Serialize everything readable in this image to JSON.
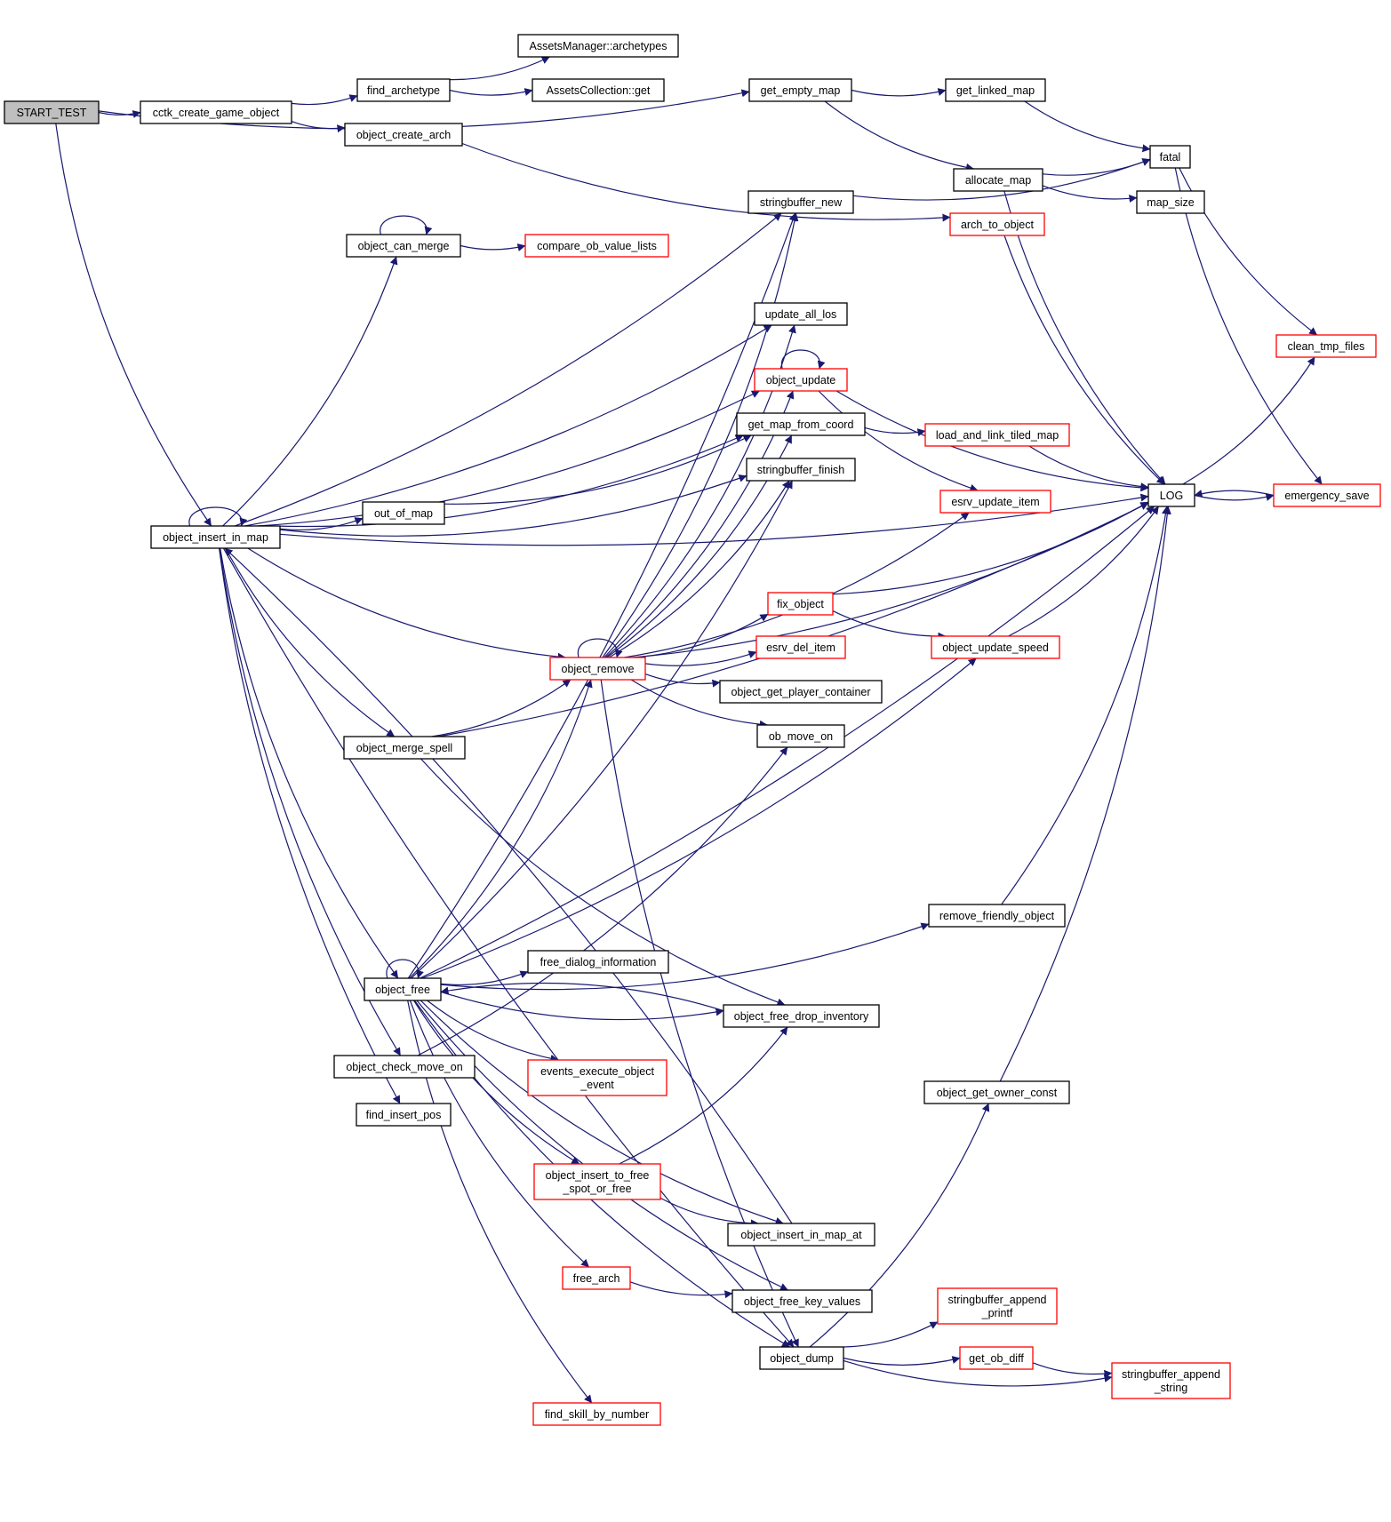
{
  "colors": {
    "edge": "#191970",
    "root_fill": "#bfbfbf",
    "node_border": "#000000",
    "red_border": "#ff0000",
    "node_fill": "#ffffff"
  },
  "nodes": [
    {
      "id": "start_test",
      "lines": [
        "START_TEST"
      ],
      "style": "root"
    },
    {
      "id": "cctk_create_game_object",
      "lines": [
        "cctk_create_game_object"
      ],
      "style": "normal"
    },
    {
      "id": "find_archetype",
      "lines": [
        "find_archetype"
      ],
      "style": "normal"
    },
    {
      "id": "assets_manager_archetypes",
      "lines": [
        "AssetsManager::archetypes"
      ],
      "style": "normal"
    },
    {
      "id": "assets_collection_get",
      "lines": [
        "AssetsCollection::get"
      ],
      "style": "normal"
    },
    {
      "id": "object_create_arch",
      "lines": [
        "object_create_arch"
      ],
      "style": "normal"
    },
    {
      "id": "get_empty_map",
      "lines": [
        "get_empty_map"
      ],
      "style": "normal"
    },
    {
      "id": "get_linked_map",
      "lines": [
        "get_linked_map"
      ],
      "style": "normal"
    },
    {
      "id": "fatal",
      "lines": [
        "fatal"
      ],
      "style": "normal"
    },
    {
      "id": "allocate_map",
      "lines": [
        "allocate_map"
      ],
      "style": "normal"
    },
    {
      "id": "map_size",
      "lines": [
        "map_size"
      ],
      "style": "normal"
    },
    {
      "id": "stringbuffer_new",
      "lines": [
        "stringbuffer_new"
      ],
      "style": "normal"
    },
    {
      "id": "arch_to_object",
      "lines": [
        "arch_to_object"
      ],
      "style": "red"
    },
    {
      "id": "object_can_merge",
      "lines": [
        "object_can_merge"
      ],
      "style": "normal"
    },
    {
      "id": "compare_ob_value_lists",
      "lines": [
        "compare_ob_value_lists"
      ],
      "style": "red"
    },
    {
      "id": "update_all_los",
      "lines": [
        "update_all_los"
      ],
      "style": "normal"
    },
    {
      "id": "clean_tmp_files",
      "lines": [
        "clean_tmp_files"
      ],
      "style": "red"
    },
    {
      "id": "object_update",
      "lines": [
        "object_update"
      ],
      "style": "red"
    },
    {
      "id": "get_map_from_coord",
      "lines": [
        "get_map_from_coord"
      ],
      "style": "normal"
    },
    {
      "id": "load_and_link_tiled_map",
      "lines": [
        "load_and_link_tiled_map"
      ],
      "style": "red"
    },
    {
      "id": "stringbuffer_finish",
      "lines": [
        "stringbuffer_finish"
      ],
      "style": "normal"
    },
    {
      "id": "log",
      "lines": [
        "LOG"
      ],
      "style": "normal"
    },
    {
      "id": "emergency_save",
      "lines": [
        "emergency_save"
      ],
      "style": "red"
    },
    {
      "id": "esrv_update_item",
      "lines": [
        "esrv_update_item"
      ],
      "style": "red"
    },
    {
      "id": "out_of_map",
      "lines": [
        "out_of_map"
      ],
      "style": "normal"
    },
    {
      "id": "object_insert_in_map",
      "lines": [
        "object_insert_in_map"
      ],
      "style": "normal"
    },
    {
      "id": "fix_object",
      "lines": [
        "fix_object"
      ],
      "style": "red"
    },
    {
      "id": "esrv_del_item",
      "lines": [
        "esrv_del_item"
      ],
      "style": "red"
    },
    {
      "id": "object_update_speed",
      "lines": [
        "object_update_speed"
      ],
      "style": "red"
    },
    {
      "id": "object_remove",
      "lines": [
        "object_remove"
      ],
      "style": "red"
    },
    {
      "id": "object_get_player_container",
      "lines": [
        "object_get_player_container"
      ],
      "style": "normal"
    },
    {
      "id": "ob_move_on",
      "lines": [
        "ob_move_on"
      ],
      "style": "normal"
    },
    {
      "id": "object_merge_spell",
      "lines": [
        "object_merge_spell"
      ],
      "style": "normal"
    },
    {
      "id": "remove_friendly_object",
      "lines": [
        "remove_friendly_object"
      ],
      "style": "normal"
    },
    {
      "id": "free_dialog_information",
      "lines": [
        "free_dialog_information"
      ],
      "style": "normal"
    },
    {
      "id": "object_free",
      "lines": [
        "object_free"
      ],
      "style": "normal"
    },
    {
      "id": "object_free_drop_inventory",
      "lines": [
        "object_free_drop_inventory"
      ],
      "style": "normal"
    },
    {
      "id": "object_check_move_on",
      "lines": [
        "object_check_move_on"
      ],
      "style": "normal"
    },
    {
      "id": "events_execute_object_event",
      "lines": [
        "events_execute_object",
        "_event"
      ],
      "style": "red"
    },
    {
      "id": "object_get_owner_const",
      "lines": [
        "object_get_owner_const"
      ],
      "style": "normal"
    },
    {
      "id": "find_insert_pos",
      "lines": [
        "find_insert_pos"
      ],
      "style": "normal"
    },
    {
      "id": "object_insert_to_free_spot_or_free",
      "lines": [
        "object_insert_to_free",
        "_spot_or_free"
      ],
      "style": "red"
    },
    {
      "id": "object_insert_in_map_at",
      "lines": [
        "object_insert_in_map_at"
      ],
      "style": "normal"
    },
    {
      "id": "free_arch",
      "lines": [
        "free_arch"
      ],
      "style": "red"
    },
    {
      "id": "object_free_key_values",
      "lines": [
        "object_free_key_values"
      ],
      "style": "normal"
    },
    {
      "id": "stringbuffer_append_printf",
      "lines": [
        "stringbuffer_append",
        "_printf"
      ],
      "style": "red"
    },
    {
      "id": "object_dump",
      "lines": [
        "object_dump"
      ],
      "style": "normal"
    },
    {
      "id": "get_ob_diff",
      "lines": [
        "get_ob_diff"
      ],
      "style": "red"
    },
    {
      "id": "stringbuffer_append_string",
      "lines": [
        "stringbuffer_append",
        "_string"
      ],
      "style": "red"
    },
    {
      "id": "find_skill_by_number",
      "lines": [
        "find_skill_by_number"
      ],
      "style": "red"
    }
  ],
  "edges": [
    [
      "start_test",
      "cctk_create_game_object"
    ],
    [
      "start_test",
      "get_empty_map"
    ],
    [
      "start_test",
      "object_insert_in_map"
    ],
    [
      "cctk_create_game_object",
      "find_archetype"
    ],
    [
      "cctk_create_game_object",
      "object_create_arch"
    ],
    [
      "find_archetype",
      "assets_manager_archetypes"
    ],
    [
      "find_archetype",
      "assets_collection_get"
    ],
    [
      "object_create_arch",
      "arch_to_object"
    ],
    [
      "get_empty_map",
      "get_linked_map"
    ],
    [
      "get_empty_map",
      "allocate_map"
    ],
    [
      "get_linked_map",
      "fatal"
    ],
    [
      "allocate_map",
      "fatal"
    ],
    [
      "allocate_map",
      "map_size"
    ],
    [
      "allocate_map",
      "log"
    ],
    [
      "stringbuffer_new",
      "fatal"
    ],
    [
      "fatal",
      "clean_tmp_files"
    ],
    [
      "fatal",
      "emergency_save"
    ],
    [
      "arch_to_object",
      "log"
    ],
    [
      "log",
      "clean_tmp_files"
    ],
    [
      "log",
      "emergency_save"
    ],
    [
      "emergency_save",
      "log"
    ],
    [
      "object_can_merge",
      "object_can_merge"
    ],
    [
      "object_can_merge",
      "compare_ob_value_lists"
    ],
    [
      "object_update",
      "object_update"
    ],
    [
      "object_update",
      "log"
    ],
    [
      "object_update",
      "esrv_update_item"
    ],
    [
      "get_map_from_coord",
      "load_and_link_tiled_map"
    ],
    [
      "load_and_link_tiled_map",
      "log"
    ],
    [
      "object_insert_in_map",
      "object_insert_in_map"
    ],
    [
      "object_insert_in_map",
      "stringbuffer_new"
    ],
    [
      "object_insert_in_map",
      "object_can_merge"
    ],
    [
      "object_insert_in_map",
      "log"
    ],
    [
      "object_insert_in_map",
      "update_all_los"
    ],
    [
      "object_insert_in_map",
      "object_update"
    ],
    [
      "object_insert_in_map",
      "get_map_from_coord"
    ],
    [
      "object_insert_in_map",
      "out_of_map"
    ],
    [
      "object_insert_in_map",
      "stringbuffer_finish"
    ],
    [
      "object_insert_in_map",
      "object_remove"
    ],
    [
      "object_insert_in_map",
      "object_merge_spell"
    ],
    [
      "object_insert_in_map",
      "object_free"
    ],
    [
      "object_insert_in_map",
      "object_check_move_on"
    ],
    [
      "object_insert_in_map",
      "find_insert_pos"
    ],
    [
      "object_insert_in_map",
      "object_dump"
    ],
    [
      "out_of_map",
      "get_map_from_coord"
    ],
    [
      "object_remove",
      "object_remove"
    ],
    [
      "object_remove",
      "stringbuffer_new"
    ],
    [
      "object_remove",
      "update_all_los"
    ],
    [
      "object_remove",
      "object_update"
    ],
    [
      "object_remove",
      "get_map_from_coord"
    ],
    [
      "object_remove",
      "stringbuffer_finish"
    ],
    [
      "object_remove",
      "esrv_update_item"
    ],
    [
      "object_remove",
      "log"
    ],
    [
      "object_remove",
      "fix_object"
    ],
    [
      "object_remove",
      "esrv_del_item"
    ],
    [
      "object_remove",
      "object_get_player_container"
    ],
    [
      "object_remove",
      "ob_move_on"
    ],
    [
      "object_remove",
      "object_dump"
    ],
    [
      "fix_object",
      "log"
    ],
    [
      "fix_object",
      "object_update_speed"
    ],
    [
      "object_update_speed",
      "log"
    ],
    [
      "object_merge_spell",
      "object_remove"
    ],
    [
      "object_merge_spell",
      "log"
    ],
    [
      "object_merge_spell",
      "object_free_drop_inventory"
    ],
    [
      "object_free",
      "object_free"
    ],
    [
      "object_free",
      "object_remove"
    ],
    [
      "object_free",
      "stringbuffer_new"
    ],
    [
      "object_free",
      "stringbuffer_finish"
    ],
    [
      "object_free",
      "log"
    ],
    [
      "object_free",
      "object_update_speed"
    ],
    [
      "object_free",
      "remove_friendly_object"
    ],
    [
      "object_free",
      "free_dialog_information"
    ],
    [
      "object_free",
      "object_free_drop_inventory"
    ],
    [
      "object_free",
      "events_execute_object_event"
    ],
    [
      "object_free",
      "object_insert_to_free_spot_or_free"
    ],
    [
      "object_free",
      "object_insert_in_map_at"
    ],
    [
      "object_free",
      "free_arch"
    ],
    [
      "object_free",
      "object_free_key_values"
    ],
    [
      "object_free",
      "object_dump"
    ],
    [
      "object_free",
      "find_skill_by_number"
    ],
    [
      "remove_friendly_object",
      "log"
    ],
    [
      "object_free_drop_inventory",
      "object_free"
    ],
    [
      "object_check_move_on",
      "ob_move_on"
    ],
    [
      "object_insert_to_free_spot_or_free",
      "object_free_drop_inventory"
    ],
    [
      "object_insert_to_free_spot_or_free",
      "object_insert_in_map_at"
    ],
    [
      "object_insert_in_map_at",
      "object_insert_in_map"
    ],
    [
      "free_arch",
      "object_free_key_values"
    ],
    [
      "object_dump",
      "object_get_owner_const"
    ],
    [
      "object_dump",
      "stringbuffer_append_printf"
    ],
    [
      "object_dump",
      "get_ob_diff"
    ],
    [
      "object_dump",
      "stringbuffer_append_string"
    ],
    [
      "object_get_owner_const",
      "log"
    ],
    [
      "get_ob_diff",
      "stringbuffer_append_string"
    ]
  ]
}
